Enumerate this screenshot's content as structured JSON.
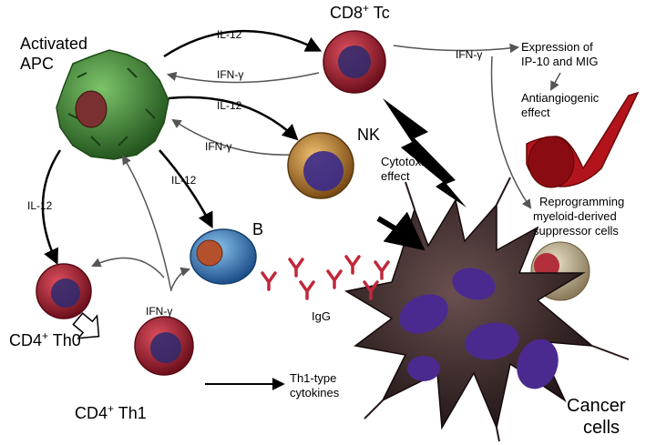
{
  "cells": {
    "apc": {
      "line1": "Activated",
      "line2": "APC"
    },
    "cd8": {
      "base": "CD8",
      "sup": "+",
      "suffix": " Tc"
    },
    "nk": "NK",
    "b": "B",
    "th0": {
      "base": "CD4",
      "sup": "+",
      "suffix": " Th0"
    },
    "th1": {
      "base": "CD4",
      "sup": "+",
      "suffix": " Th1"
    },
    "cancer": {
      "line1": "Cancer",
      "line2": "cells"
    }
  },
  "signals": {
    "il12_top": "IL-12",
    "ifng_top": "IFN-γ",
    "il12_nk": "IL-12",
    "ifng_nk": "IFN-γ",
    "il12_b": "IL-12",
    "il12_left": "IL-12",
    "ifng_bottom": "IFN-γ",
    "ifng_right": "IFN-γ"
  },
  "effects": {
    "expression": {
      "line1": "Expression of",
      "line2": "IP-10 and MIG"
    },
    "antiangio": {
      "line1": "Antiangiogenic",
      "line2": "effect"
    },
    "cytotoxic": {
      "line1": "Cytotoxic",
      "line2": "effect"
    },
    "reprogram": {
      "line1": "Reprogramming",
      "line2": "myeloid-derived",
      "line3": "suppressor cells"
    },
    "th1cyto": {
      "line1": "Th1-type",
      "line2": "cytokines"
    },
    "igg": "IgG"
  },
  "colors": {
    "apc": "#3f8a34",
    "tcell": "#b52235",
    "tcell_core": "#2b2a6e",
    "nk": "#c9882f",
    "nk_core": "#3b2a8a",
    "bcell": "#3a84c9",
    "cancer": "#3d2a2a",
    "cancer_nuclei": "#4b2a8f",
    "vessel": "#b3141c",
    "antibody": "#c0283a"
  }
}
